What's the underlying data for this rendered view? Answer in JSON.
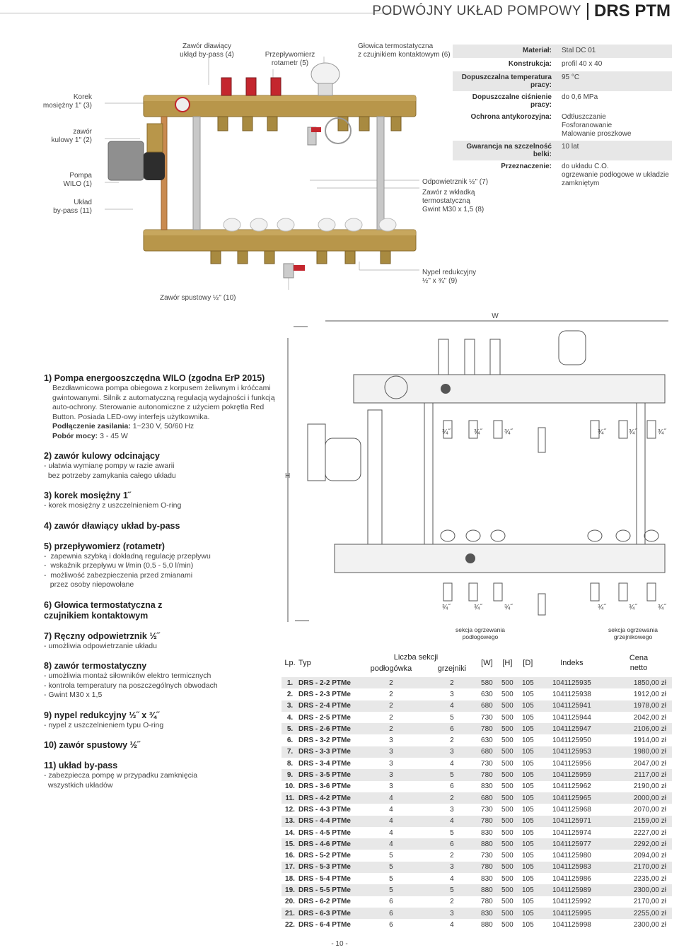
{
  "header": {
    "subtitle": "PODWÓJNY UKŁAD POMPOWY",
    "title": "DRS PTM"
  },
  "spec": [
    {
      "k": "Materiał:",
      "v": "Stal DC 01"
    },
    {
      "k": "Konstrukcja:",
      "v": "profil 40 x 40"
    },
    {
      "k": "Dopuszczalna temperatura pracy:",
      "v": "95 °C"
    },
    {
      "k": "Dopuszczalne ciśnienie pracy:",
      "v": "do 0,6 MPa"
    },
    {
      "k": "Ochrona antykorozyjna:",
      "v": "Odtłuszczanie\nFosforanowanie\nMalowanie proszkowe"
    },
    {
      "k": "Gwarancja na szczelność belki:",
      "v": "10 lat"
    },
    {
      "k": "Przeznaczenie:",
      "v": "do układu C.O.\nogrzewanie podłogowe w układzie zamkniętym"
    }
  ],
  "photo_labels": {
    "l3": "Korek\nmosiężny 1\" (3)",
    "l2": "zawór\nkulowy 1\" (2)",
    "l1": "Pompa\nWILO (1)",
    "l11": "Układ\nby-pass (11)",
    "l4": "Zawór dławiący\nukłąd by-pass (4)",
    "l5": "Przepływomierz\nrotametr (5)",
    "l6": "Głowica termostatyczna\nz czujnikiem kontaktowym (6)",
    "l7": "Odpowietrznik ½\" (7)",
    "l8": "Zawór z wkładką\ntermostatyczną\nGwint M30 x 1,5 (8)",
    "l9": "Nypel redukcyjny\n½\" x ¾\" (9)",
    "l10": "Zawór spustowy ½\" (10)"
  },
  "drawing": {
    "w": "W",
    "h": "H",
    "size": "¾˝"
  },
  "features": [
    {
      "h": "1) Pompa energooszczędna WILO (zgodna ErP 2015)",
      "b": [
        "Bezdławnicowa pompa obiegowa z korpusem żeliwnym i króćcami gwintowanymi. Silnik z automatyczną regulacją wydajności i funkcją auto-ochrony. Sterowanie autonomiczne z użyciem pokrętła Red Button. Posiada LED-owy interfejs użytkownika."
      ],
      "extra": [
        {
          "k": "Podłączenie zasilania:",
          "v": " 1~230 V, 50/60 Hz"
        },
        {
          "k": "Pobór mocy:",
          "v": " 3 - 45 W"
        }
      ]
    },
    {
      "h": "2) zawór kulowy odcinający",
      "b": [
        "- ułatwia wymianę pompy w razie awarii",
        "  bez potrzeby zamykania całego układu"
      ]
    },
    {
      "h": "3) korek mosiężny 1˝",
      "b": [
        "- korek mosiężny z uszczelnieniem O-ring"
      ]
    },
    {
      "h": "4) zawór dławiący układ by-pass",
      "b": []
    },
    {
      "h": "5) przepływomierz (rotametr)",
      "b": [
        "-  zapewnia szybką i dokładną regulację przepływu",
        "-  wskaźnik przepływu w l/min (0,5 - 5,0 l/min)",
        "-  możliwość zabezpieczenia przed zmianami",
        "   przez osoby niepowołane"
      ]
    },
    {
      "h": "6) Głowica termostatyczna z czujnikiem kontaktowym",
      "b": []
    },
    {
      "h": "7) Ręczny odpowietrznik ½˝",
      "b": [
        "- umożliwia odpowietrzanie układu"
      ]
    },
    {
      "h": "8) zawór termostatyczny",
      "b": [
        "- umożliwia montaż siłowników elektro termicznych",
        "- kontrola temperatury na poszczególnych obwodach",
        "- Gwint M30 x 1,5"
      ]
    },
    {
      "h": "9) nypel redukcyjny ½˝ x ¾˝",
      "b": [
        "- nypel z uszczelnieniem typu O-ring"
      ]
    },
    {
      "h": "10) zawór spustowy ½˝",
      "b": []
    },
    {
      "h": "11) układ by-pass",
      "b": [
        "- zabezpiecza pompę w przypadku zamknięcia",
        "  wszystkich układów"
      ]
    }
  ],
  "sections": {
    "floor": "sekcja ogrzewania\npodłogowego",
    "rad": "sekcja ogrzewania\ngrzejnikowego"
  },
  "table": {
    "headers": {
      "lp": "Lp.",
      "typ": "Typ",
      "liczba": "Liczba sekcji",
      "podl": "podłogówka",
      "grz": "grzejniki",
      "w": "[W]",
      "h": "[H]",
      "d": "[D]",
      "idx": "Indeks",
      "price": "Cena\nnetto"
    },
    "rows": [
      [
        "1.",
        "DRS - 2-2 PTMe",
        "2",
        "2",
        "580",
        "500",
        "105",
        "1041125935",
        "1850,00 zł"
      ],
      [
        "2.",
        "DRS - 2-3 PTMe",
        "2",
        "3",
        "630",
        "500",
        "105",
        "1041125938",
        "1912,00 zł"
      ],
      [
        "3.",
        "DRS - 2-4 PTMe",
        "2",
        "4",
        "680",
        "500",
        "105",
        "1041125941",
        "1978,00 zł"
      ],
      [
        "4.",
        "DRS - 2-5 PTMe",
        "2",
        "5",
        "730",
        "500",
        "105",
        "1041125944",
        "2042,00 zł"
      ],
      [
        "5.",
        "DRS - 2-6 PTMe",
        "2",
        "6",
        "780",
        "500",
        "105",
        "1041125947",
        "2106,00 zł"
      ],
      [
        "6.",
        "DRS - 3-2 PTMe",
        "3",
        "2",
        "630",
        "500",
        "105",
        "1041125950",
        "1914,00 zł"
      ],
      [
        "7.",
        "DRS - 3-3 PTMe",
        "3",
        "3",
        "680",
        "500",
        "105",
        "1041125953",
        "1980,00 zł"
      ],
      [
        "8.",
        "DRS - 3-4 PTMe",
        "3",
        "4",
        "730",
        "500",
        "105",
        "1041125956",
        "2047,00 zł"
      ],
      [
        "9.",
        "DRS - 3-5 PTMe",
        "3",
        "5",
        "780",
        "500",
        "105",
        "1041125959",
        "2117,00 zł"
      ],
      [
        "10.",
        "DRS - 3-6 PTMe",
        "3",
        "6",
        "830",
        "500",
        "105",
        "1041125962",
        "2190,00 zł"
      ],
      [
        "11.",
        "DRS - 4-2 PTMe",
        "4",
        "2",
        "680",
        "500",
        "105",
        "1041125965",
        "2000,00 zł"
      ],
      [
        "12.",
        "DRS - 4-3 PTMe",
        "4",
        "3",
        "730",
        "500",
        "105",
        "1041125968",
        "2070,00 zł"
      ],
      [
        "13.",
        "DRS - 4-4 PTMe",
        "4",
        "4",
        "780",
        "500",
        "105",
        "1041125971",
        "2159,00 zł"
      ],
      [
        "14.",
        "DRS - 4-5 PTMe",
        "4",
        "5",
        "830",
        "500",
        "105",
        "1041125974",
        "2227,00 zł"
      ],
      [
        "15.",
        "DRS - 4-6 PTMe",
        "4",
        "6",
        "880",
        "500",
        "105",
        "1041125977",
        "2292,00 zł"
      ],
      [
        "16.",
        "DRS - 5-2 PTMe",
        "5",
        "2",
        "730",
        "500",
        "105",
        "1041125980",
        "2094,00 zł"
      ],
      [
        "17.",
        "DRS - 5-3 PTMe",
        "5",
        "3",
        "780",
        "500",
        "105",
        "1041125983",
        "2170,00 zł"
      ],
      [
        "18.",
        "DRS - 5-4 PTMe",
        "5",
        "4",
        "830",
        "500",
        "105",
        "1041125986",
        "2235,00 zł"
      ],
      [
        "19.",
        "DRS - 5-5 PTMe",
        "5",
        "5",
        "880",
        "500",
        "105",
        "1041125989",
        "2300,00 zł"
      ],
      [
        "20.",
        "DRS - 6-2 PTMe",
        "6",
        "2",
        "780",
        "500",
        "105",
        "1041125992",
        "2170,00 zł"
      ],
      [
        "21.",
        "DRS - 6-3 PTMe",
        "6",
        "3",
        "830",
        "500",
        "105",
        "1041125995",
        "2255,00 zł"
      ],
      [
        "22.",
        "DRS - 6-4 PTMe",
        "6",
        "4",
        "880",
        "500",
        "105",
        "1041125998",
        "2300,00 zł"
      ]
    ]
  },
  "page_number": "- 10 -",
  "colors": {
    "brass": "#b8964a",
    "brass_dark": "#8a6c2c",
    "red": "#c4262e",
    "gray": "#9a9a9a",
    "row_shade": "#e8e8e8"
  }
}
